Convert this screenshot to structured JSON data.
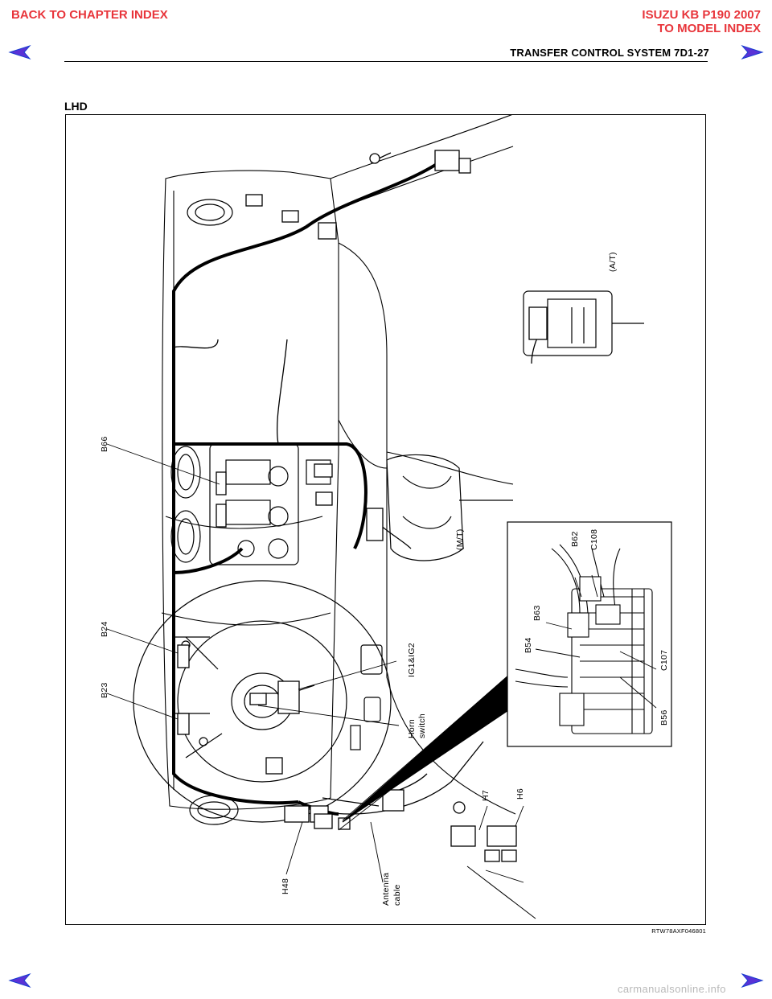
{
  "header": {
    "back_link": "BACK TO CHAPTER INDEX",
    "model_title": "ISUZU KB P190 2007",
    "model_link": "TO MODEL INDEX",
    "page_title": "TRANSFER CONTROL SYSTEM  7D1-27"
  },
  "figure": {
    "section_label": "LHD",
    "labels": {
      "at": "(A/T)",
      "mt": "(M/T)",
      "b66": "B66",
      "b24": "B24",
      "b23": "B23",
      "ig": "IG1&IG2",
      "horn1": "Horn",
      "horn2": "switch",
      "h48": "H48",
      "antenna1": "Antenna",
      "antenna2": "cable",
      "h7": "H7",
      "h6": "H6",
      "b62": "B62",
      "c108": "C108",
      "b63": "B63",
      "b54": "B54",
      "c107": "C107",
      "b56": "B56"
    },
    "code": "RTW78AXF046801"
  },
  "footer": {
    "watermark": "carmanualsonline.info"
  },
  "colors": {
    "link": "#e8353b",
    "arrow_fill": "#5a32d6",
    "arrow_stroke": "#1a3fd0"
  },
  "icons": {
    "prev": "left-arrow-icon",
    "next": "right-arrow-icon"
  }
}
